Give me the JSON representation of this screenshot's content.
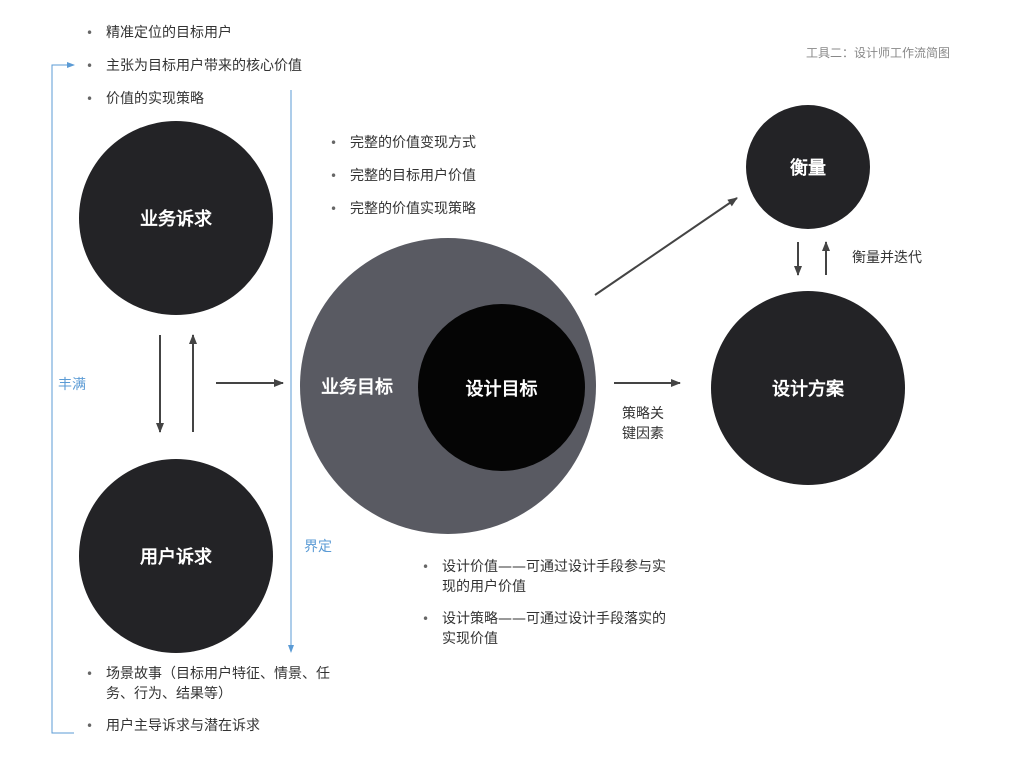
{
  "header": {
    "title": "工具二：设计师工作流简图"
  },
  "business_demand": {
    "label": "业务诉求",
    "bullets": [
      "精准定位的目标用户",
      "主张为目标用户带来的核心价值",
      "价值的实现策略"
    ]
  },
  "user_demand": {
    "label": "用户诉求",
    "bullets": [
      "场景故事（目标用户特征、情景、任务、行为、结果等）",
      "用户主导诉求与潜在诉求"
    ]
  },
  "labels": {
    "enrich": "丰满",
    "define": "界定",
    "strategy_key": "策略关键因素",
    "measure_iterate": "衡量并迭代"
  },
  "business_goal": {
    "label": "业务目标",
    "bullets": [
      "完整的价值变现方式",
      "完整的目标用户价值",
      "完整的价值实现策略"
    ]
  },
  "design_goal": {
    "label": "设计目标",
    "bullets": [
      "设计价值——可通过设计手段参与实现的用户价值",
      "设计策略——可通过设计手段落实的实现价值"
    ]
  },
  "measure": {
    "label": "衡量"
  },
  "design_plan": {
    "label": "设计方案"
  },
  "colors": {
    "dark": "#232326",
    "grey": "#595a62",
    "black": "#050505",
    "blue": "#5b9bd5",
    "arrow": "#444444"
  }
}
